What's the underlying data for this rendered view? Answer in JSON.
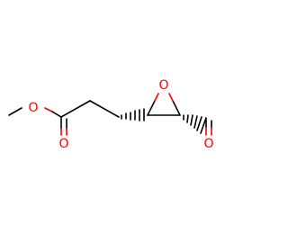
{
  "molecule": {
    "atoms": {
      "ester_o": {
        "label": "O",
        "color": "#ff0000"
      },
      "carbonyl_o": {
        "label": "O",
        "color": "#ff0000"
      },
      "epoxide_o": {
        "label": "O",
        "color": "#ff0000"
      },
      "aldehyde_o": {
        "label": "O",
        "color": "#ff0000"
      }
    },
    "bond_color": "#000000"
  }
}
